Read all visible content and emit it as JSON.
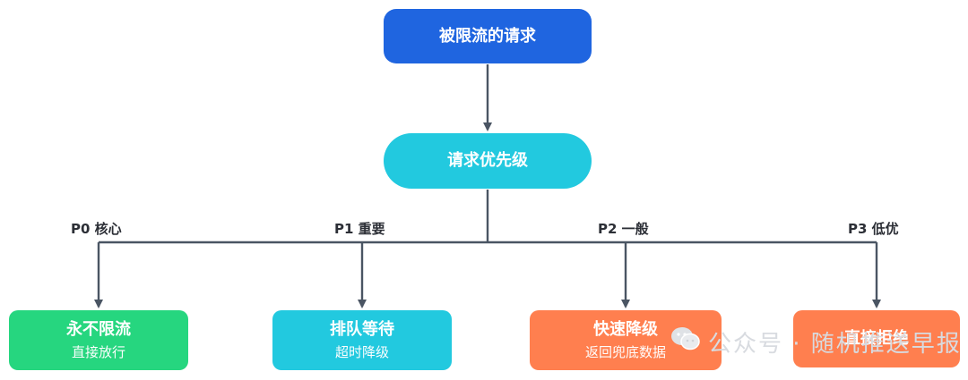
{
  "colors": {
    "root": "#1f65e0",
    "priority": "#22c9df",
    "p0": "#26d67f",
    "p1": "#22c9df",
    "p2": "#ff7f4f",
    "p3": "#ff7f4f",
    "connector": "#4a5563"
  },
  "root": {
    "label": "被限流的请求"
  },
  "priority": {
    "label": "请求优先级"
  },
  "branches": [
    {
      "edge_label": "P0 核心",
      "title": "永不限流",
      "subtitle": "直接放行"
    },
    {
      "edge_label": "P1 重要",
      "title": "排队等待",
      "subtitle": "超时降级"
    },
    {
      "edge_label": "P2 一般",
      "title": "快速降级",
      "subtitle": "返回兜底数据"
    },
    {
      "edge_label": "P3 低优",
      "title": "直接拒绝",
      "subtitle": ""
    }
  ],
  "watermark": {
    "icon": "wechat-icon",
    "text": "公众号 · 随机推送早报"
  }
}
